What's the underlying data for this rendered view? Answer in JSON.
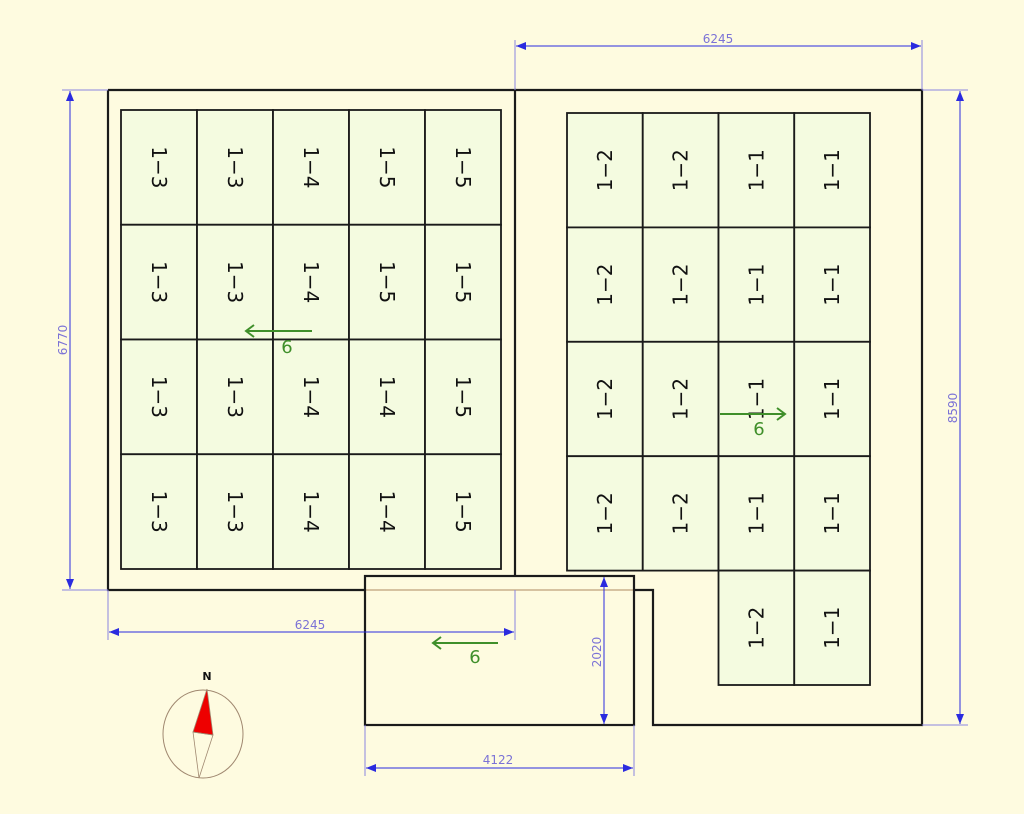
{
  "drawing": {
    "title": "Solar panel layout plan",
    "colors": {
      "background": "#fefbe0",
      "panel_fill": "#f4fbe0",
      "outline": "#1a1a1a",
      "dimension": "#2b2bdf",
      "dimension_text": "#7b72d6",
      "arrow": "#3f8f2a",
      "compass_needle": "#ee0000",
      "compass_ring": "#a08870"
    },
    "dimensions": {
      "top_width": "6245",
      "left_height": "6770",
      "right_height": "8590",
      "bottom_left_width": "6245",
      "annex_height": "2020",
      "annex_width": "4122"
    },
    "arrows": [
      {
        "label": "6",
        "direction": "west"
      },
      {
        "label": "6",
        "direction": "east"
      },
      {
        "label": "6",
        "direction": "west"
      }
    ],
    "compass": {
      "label": "N"
    },
    "left_array": {
      "rows": [
        [
          "1−3",
          "1−3",
          "1−4",
          "1−5",
          "1−5"
        ],
        [
          "1−3",
          "1−3",
          "1−4",
          "1−5",
          "1−5"
        ],
        [
          "1−3",
          "1−3",
          "1−4",
          "1−4",
          "1−5"
        ],
        [
          "1−3",
          "1−3",
          "1−4",
          "1−4",
          "1−5"
        ]
      ]
    },
    "right_array": {
      "rows": [
        [
          "1−2",
          "1−2",
          "1−1",
          "1−1"
        ],
        [
          "1−2",
          "1−2",
          "1−1",
          "1−1"
        ],
        [
          "1−2",
          "1−2",
          "1−1",
          "1−1"
        ],
        [
          "1−2",
          "1−2",
          "1−1",
          "1−1"
        ],
        [
          "",
          "",
          "1−2",
          "1−1"
        ]
      ]
    }
  }
}
